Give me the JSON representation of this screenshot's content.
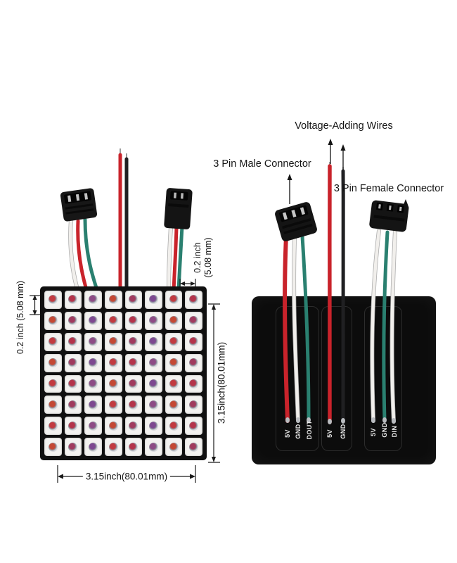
{
  "left_assembly": {
    "pitch_left": "0.2 inch (5.08 mm)",
    "pitch_top_line1": "0.2 inch",
    "pitch_top_line2": "(5.08 mm)",
    "dim_height": "3.15inch(80.01mm)",
    "dim_width": "3.15inch(80.01mm)"
  },
  "right_assembly": {
    "label_voltage_adding_wires": "Voltage-Adding Wires",
    "label_male_connector": "3 Pin Male Connector",
    "label_female_connector": "3 Pin Female Connector",
    "pad_labels": [
      {
        "text": "5V"
      },
      {
        "text": "GND"
      },
      {
        "text": "DOUT"
      },
      {
        "text": "5V"
      },
      {
        "text": "GND"
      },
      {
        "text": "5V"
      },
      {
        "text": "GND"
      },
      {
        "text": "DIN"
      }
    ]
  },
  "matrix": {
    "rows": 8,
    "cols": 8,
    "tints": [
      "#c23a40",
      "#b4334a",
      "#8d4b85",
      "#c44834",
      "#a03a5e",
      "#7d4890"
    ]
  },
  "colors": {
    "wire_red": "#c9232b",
    "wire_green": "#2a8070",
    "wire_white": "#f1efec",
    "wire_white_edge": "#a9a9a9",
    "wire_black": "#202022",
    "pcb_black": "#101010",
    "panel_black": "#0c0c0c",
    "annotation_black": "#141414"
  }
}
